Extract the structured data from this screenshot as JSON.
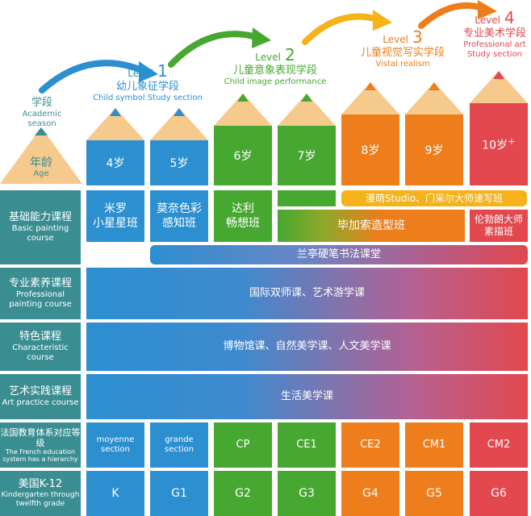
{
  "header": {
    "academic_zh": "学段",
    "academic_en": "Academic season",
    "age_zh": "年龄",
    "age_en": "Age"
  },
  "levels": [
    {
      "word": "Level",
      "num": "1",
      "zh": "幼儿象征学段",
      "en": "Child  symbol Study section",
      "color": "#2b8fd0"
    },
    {
      "word": "Level",
      "num": "2",
      "zh": "儿童意象表现学段",
      "en": "Child image performance",
      "color": "#46a830"
    },
    {
      "word": "Level",
      "num": "3",
      "zh": "儿童视觉写实学段",
      "en": "Vistal realism",
      "color": "#ee7d1c"
    },
    {
      "word": "Level",
      "num": "4",
      "zh": "专业美术学段",
      "en": "Professional art Study section",
      "color": "#e2484e"
    }
  ],
  "ages": [
    "4岁",
    "5岁",
    "6岁",
    "7岁",
    "8岁",
    "9岁",
    "10岁"
  ],
  "age_last_sup": "+",
  "rows": [
    {
      "zh": "基础能力课程",
      "en": "Basic painting course"
    },
    {
      "zh": "专业素养课程",
      "en": "Professional painting course"
    },
    {
      "zh": "特色课程",
      "en": "Characteristic course"
    },
    {
      "zh": "艺术实践课程",
      "en": "Art practice course"
    },
    {
      "zh": "法国教育体系对应等级",
      "en": "The French education system has a hierarchy"
    },
    {
      "zh": "美国K-12",
      "en": "Kindergarten through twelfth grade"
    }
  ],
  "basic": {
    "mile": "米罗\n小星星班",
    "monet": "莫奈色彩\n感知班",
    "dali": "达利\n畅想班",
    "manga": "漫萌Studio、门采尔大师速写班",
    "picasso": "毕加索造型班",
    "lunbolang": "伦勃朗大师\n素描班",
    "lanting": "兰亭硬笔书法课堂"
  },
  "professional": "国际双师课、艺术游学课",
  "characteristic": "博物馆课、自然美学课、人文美学课",
  "practice": "生活美学课",
  "french": [
    "moyenne\nsection",
    "grande\nsection",
    "CP",
    "CE1",
    "CE2",
    "CM1",
    "CM2"
  ],
  "k12": [
    "K",
    "G1",
    "G2",
    "G3",
    "G4",
    "G5",
    "G6"
  ],
  "colors": {
    "blue": "#2b8fd0",
    "green": "#46a830",
    "orange": "#ee7d1c",
    "red": "#e2484e",
    "teal": "#3a8e92",
    "yellow": "#f5b21b"
  }
}
